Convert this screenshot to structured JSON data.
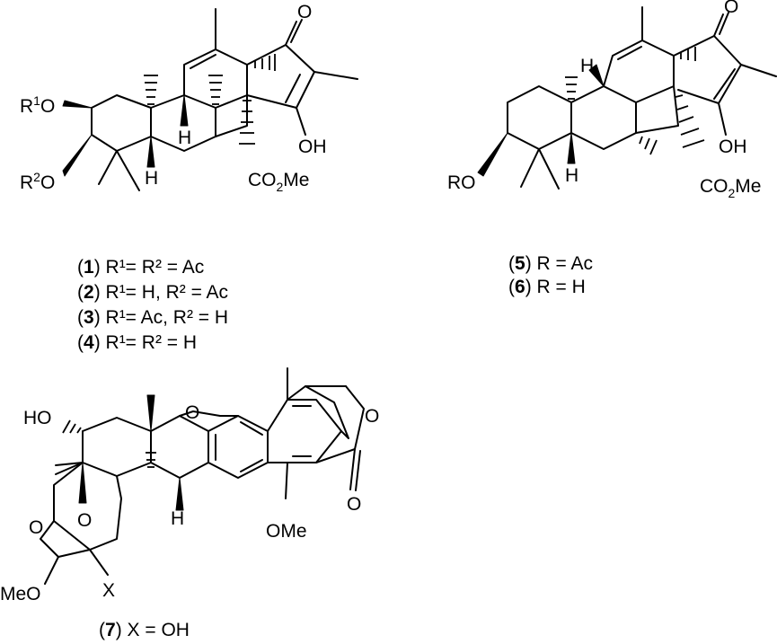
{
  "atoms": {
    "oxygen": "O",
    "hydrogen": "H",
    "hydroxyl": "OH",
    "ester_co": "CO",
    "ester_sub": "2",
    "ester_me": "Me",
    "r1_group": "R",
    "r1_sup": "1",
    "r2_sup": "2",
    "ho_group": "HO",
    "methoxy": "OMe",
    "meo_group": "MeO",
    "x_group": "X",
    "ro_group": "RO"
  },
  "labels": {
    "c1": {
      "num": "1",
      "text": " R¹= R² = Ac"
    },
    "c2": {
      "num": "2",
      "text": " R¹= H, R² = Ac"
    },
    "c3": {
      "num": "3",
      "text": " R¹= Ac, R² = H"
    },
    "c4": {
      "num": "4",
      "text": " R¹= R² = H"
    },
    "c5": {
      "num": "5",
      "text": " R = Ac"
    },
    "c6": {
      "num": "6",
      "text": " R = H"
    },
    "c7": {
      "num": "7",
      "text": " X = OH"
    }
  },
  "paren_open": "(",
  "paren_close": ")"
}
